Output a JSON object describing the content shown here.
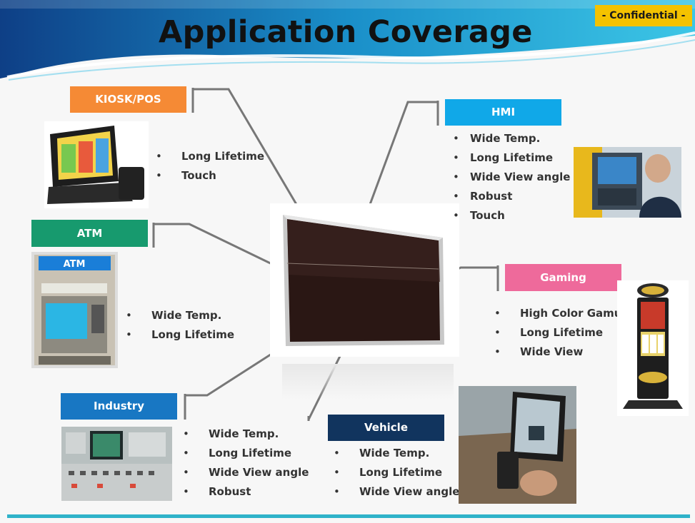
{
  "header": {
    "title": "Application Coverage",
    "badge": "- Confidential -"
  },
  "applications": {
    "kiosk": {
      "label": "KIOSK/POS",
      "color": "#f58a35",
      "features": [
        "Long Lifetime",
        "Touch"
      ]
    },
    "atm": {
      "label": "ATM",
      "color": "#179a6e",
      "screen_text": "ATM",
      "features": [
        "Wide Temp.",
        "Long Lifetime"
      ]
    },
    "industry": {
      "label": "Industry",
      "color": "#1877c3",
      "features": [
        "Wide Temp.",
        "Long Lifetime",
        "Wide View angle",
        "Robust"
      ]
    },
    "vehicle": {
      "label": "Vehicle",
      "color": "#11345e",
      "features": [
        "Wide Temp.",
        "Long Lifetime",
        "Wide View angle"
      ]
    },
    "hmi": {
      "label": "HMI",
      "color": "#10a8e8",
      "features": [
        "Wide Temp.",
        "Long Lifetime",
        "Wide View angle",
        "Robust",
        "Touch"
      ]
    },
    "gaming": {
      "label": "Gaming",
      "color": "#ee6a9b",
      "features": [
        "High Color Gamut",
        "Long Lifetime",
        "Wide View"
      ]
    }
  },
  "bullet_char": "•",
  "colors": {
    "accent_bar": "#2fb2c9",
    "badge": "#f4c200",
    "connector": "#777777"
  },
  "icons": [
    "kiosk-terminal-image",
    "atm-machine-image",
    "industry-control-panel-image",
    "vehicle-display-image",
    "hmi-operator-image",
    "gaming-machine-image",
    "lcd-panel-image"
  ]
}
